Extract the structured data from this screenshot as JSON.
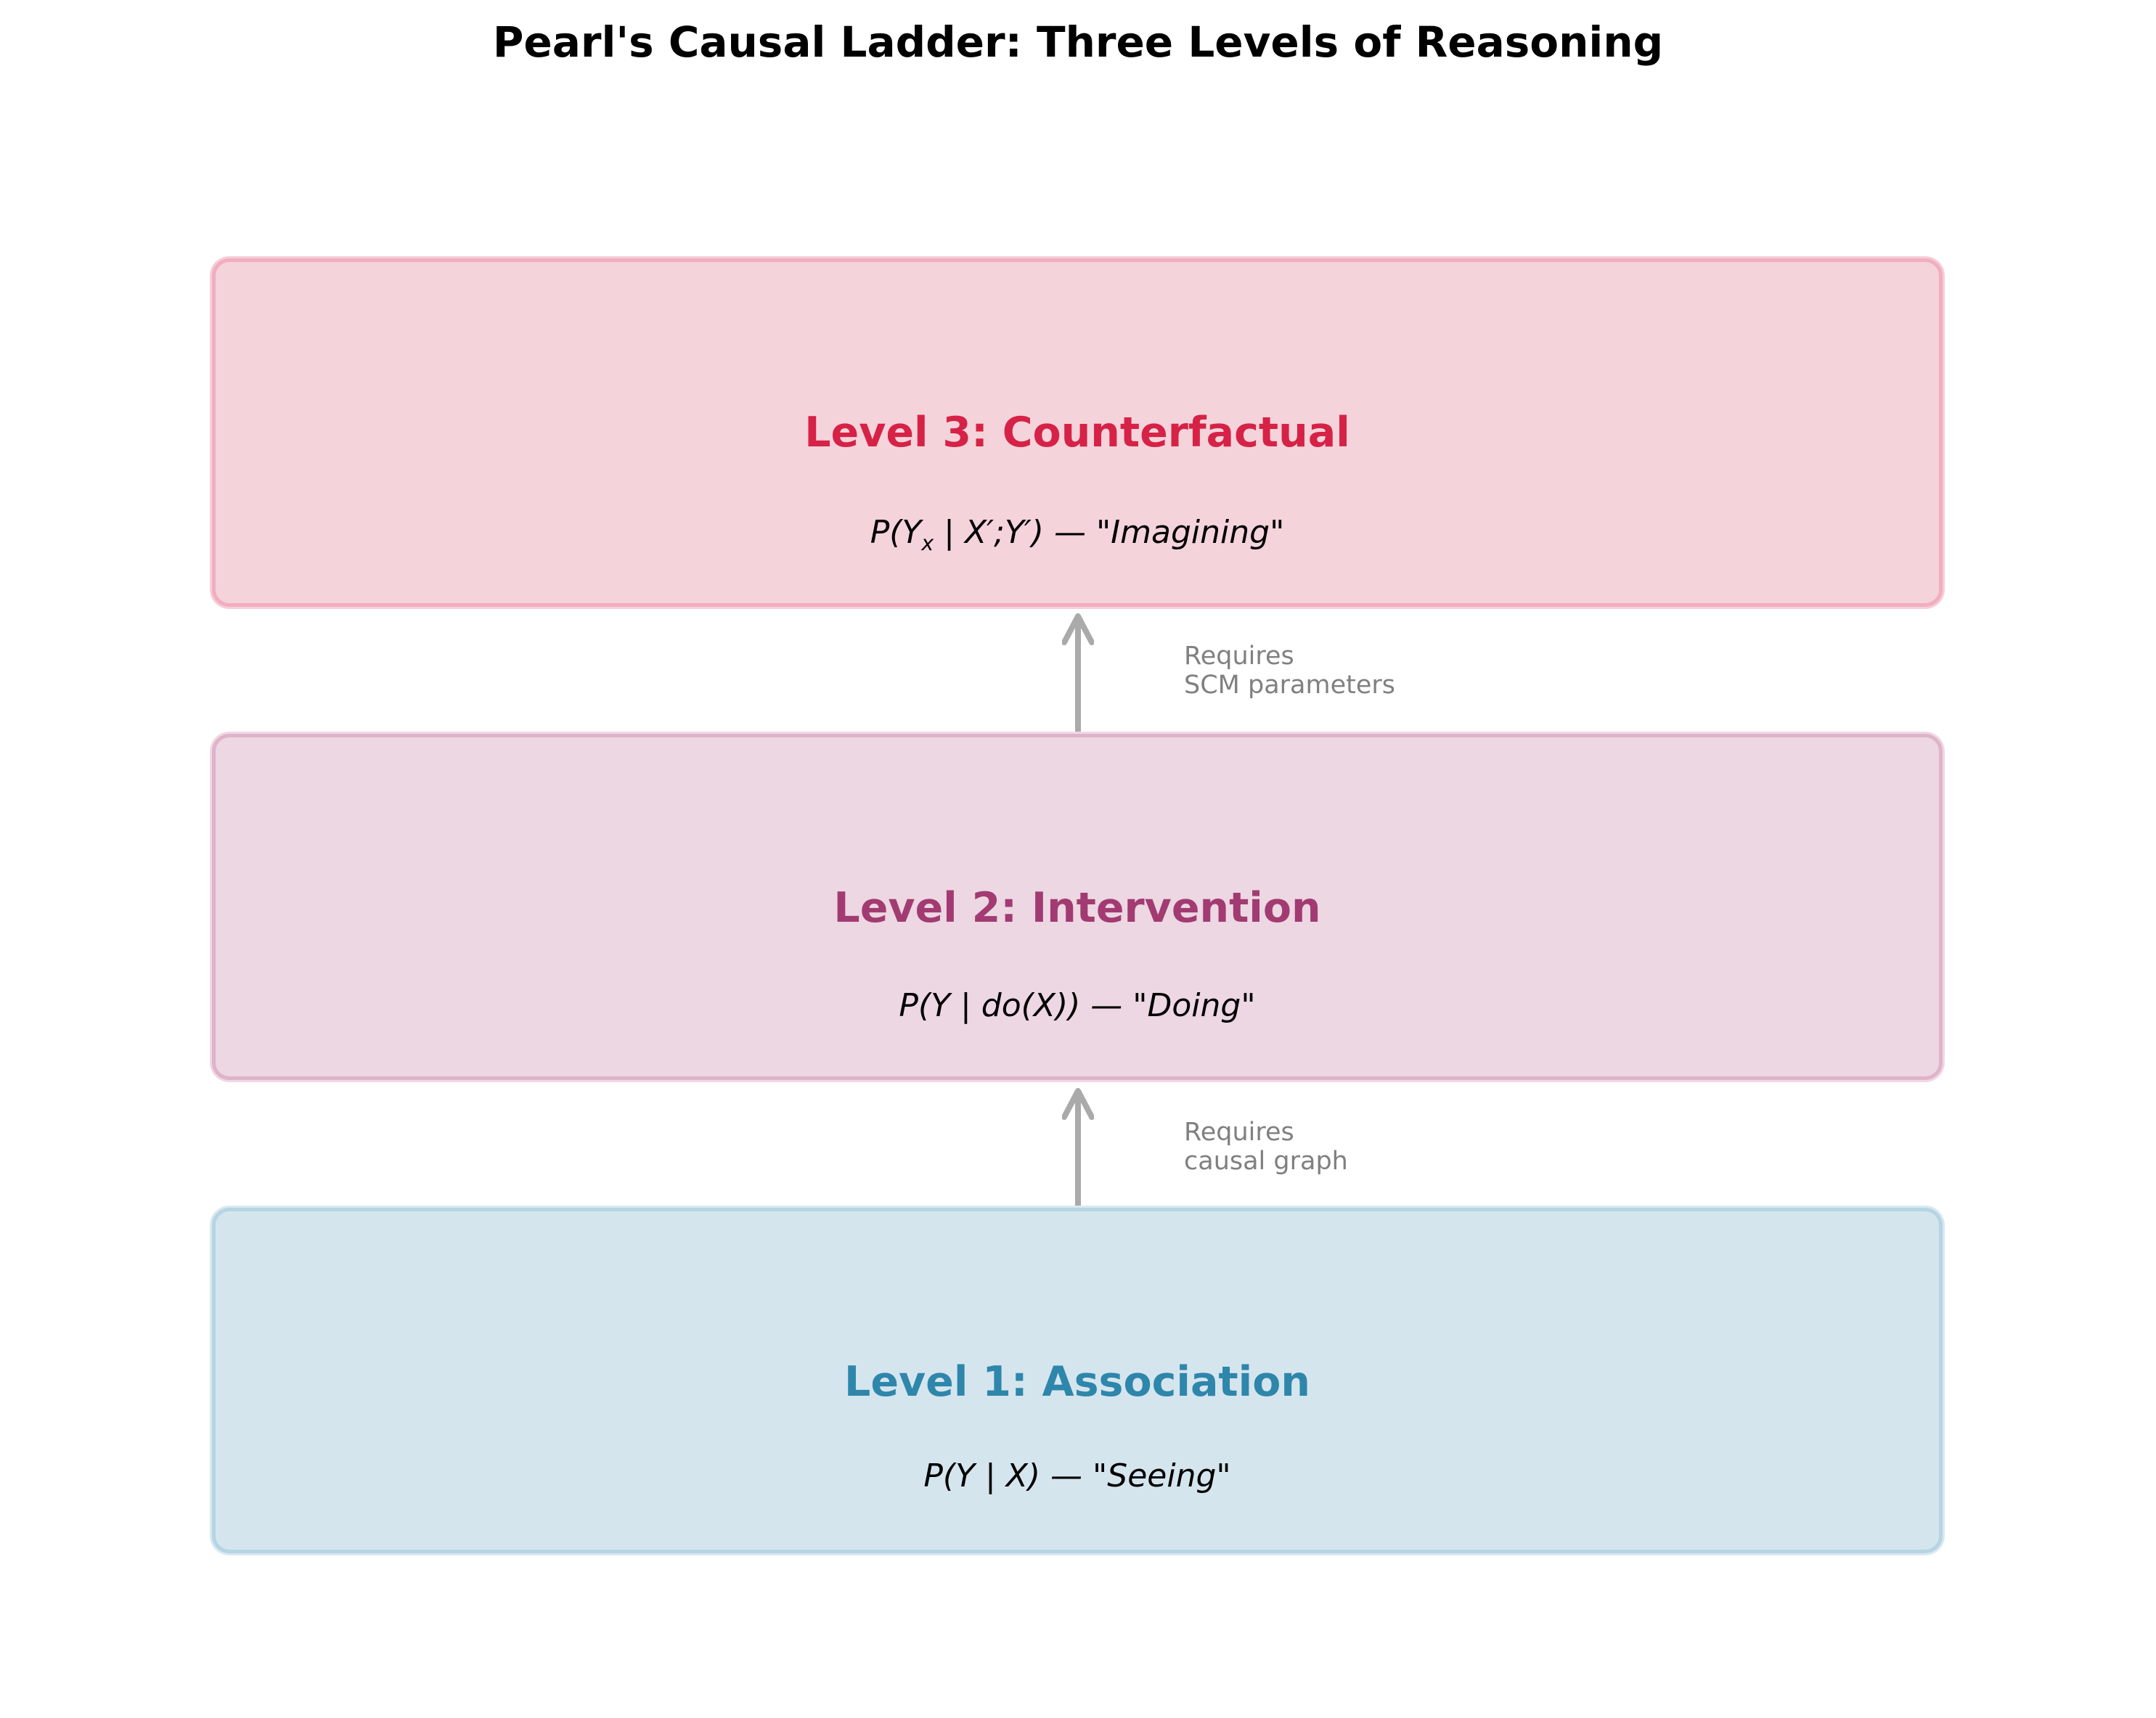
{
  "title": "Pearl's Causal Ladder: Three Levels of Reasoning",
  "colors": {
    "level3": "#D62246",
    "level2": "#A23B72",
    "level1": "#2E86AB",
    "arrow": "#AAAAAA",
    "note": "#808080"
  },
  "levels": [
    {
      "heading": "Level 3: Counterfactual",
      "formula": "P(Yₓ | X′;Y′) — \"Imagining\"",
      "formula_main": "P(Y",
      "formula_sub": "x",
      "formula_rest": " | X′;Y′) — \"Imagining\""
    },
    {
      "heading": "Level 2: Intervention",
      "formula": "P(Y | do(X)) — \"Doing\""
    },
    {
      "heading": "Level 1: Association",
      "formula": "P(Y | X) — \"Seeing\""
    }
  ],
  "arrows": [
    {
      "from": "Level 2",
      "to": "Level 3",
      "note_line1": "Requires",
      "note_line2": "SCM parameters"
    },
    {
      "from": "Level 1",
      "to": "Level 2",
      "note_line1": "Requires",
      "note_line2": "causal graph"
    }
  ]
}
